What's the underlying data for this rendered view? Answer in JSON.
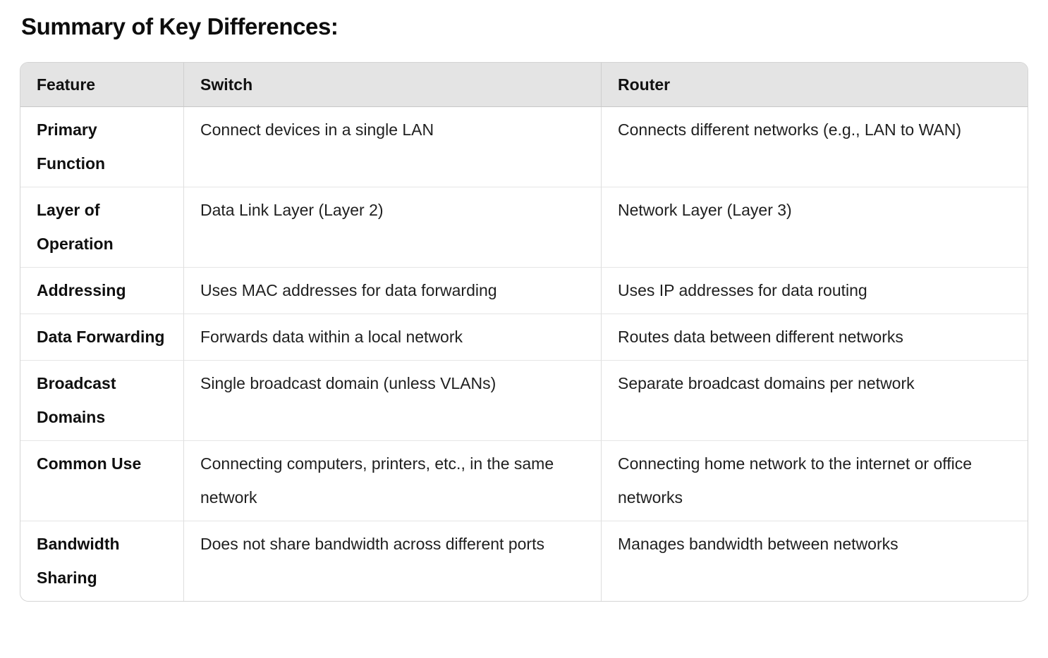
{
  "page_title": "Summary of Key Differences:",
  "colors": {
    "header_background": "#e4e4e4",
    "outer_border": "#d4d4d4",
    "row_divider": "#e5e5e5",
    "column_divider": "#dedede",
    "text": "#1f1f1f"
  },
  "table": {
    "headers": [
      "Feature",
      "Switch",
      "Router"
    ],
    "rows": [
      {
        "feature": "Primary Function",
        "switch": "Connect devices in a single LAN",
        "router": "Connects different networks (e.g., LAN to WAN)"
      },
      {
        "feature": "Layer of Operation",
        "switch": "Data Link Layer (Layer 2)",
        "router": "Network Layer (Layer 3)"
      },
      {
        "feature": "Addressing",
        "switch": "Uses MAC addresses for data forwarding",
        "router": "Uses IP addresses for data routing"
      },
      {
        "feature": "Data Forwarding",
        "switch": "Forwards data within a local network",
        "router": "Routes data between different networks"
      },
      {
        "feature": "Broadcast Domains",
        "switch": "Single broadcast domain (unless VLANs)",
        "router": "Separate broadcast domains per network"
      },
      {
        "feature": "Common Use",
        "switch": "Connecting computers, printers, etc., in the same network",
        "router": "Connecting home network to the internet or office networks"
      },
      {
        "feature": "Bandwidth Sharing",
        "switch": "Does not share bandwidth across different ports",
        "router": "Manages bandwidth between networks"
      }
    ]
  }
}
